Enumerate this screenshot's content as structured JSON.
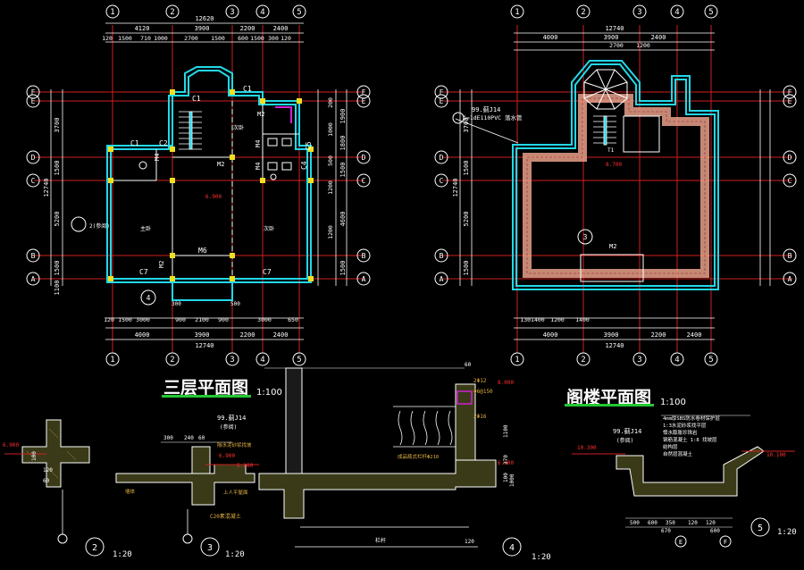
{
  "titles": {
    "third_floor": "三层平面图",
    "third_floor_scale": "1:100",
    "attic": "阁楼平面图",
    "attic_scale": "1:100"
  },
  "axes": {
    "numbers": [
      "1",
      "2",
      "3",
      "4",
      "5"
    ],
    "letters": [
      "F",
      "E",
      "D",
      "C",
      "B",
      "A"
    ]
  },
  "dims_left": {
    "top_total": "12620",
    "top_row": [
      "4120",
      "3900",
      "2200",
      "2400"
    ],
    "top_detail": [
      "120",
      "1500",
      "710",
      "1000",
      "2700",
      "1500",
      "600",
      "1500",
      "300",
      "120"
    ],
    "bottom_total": "12740",
    "bottom_row": [
      "4000",
      "3900",
      "2200",
      "2400"
    ],
    "bottom_detail": [
      "120",
      "1500",
      "3000",
      "900",
      "2100",
      "900",
      "3000",
      "650"
    ],
    "left_total": "12740",
    "left_row": [
      "3700",
      "1500",
      "5200",
      "1500",
      "1100"
    ],
    "right_row": [
      "1900",
      "1800",
      "1500",
      "4600",
      "1500"
    ],
    "right_small": [
      "200",
      "1000",
      "500",
      "1200",
      "1200"
    ]
  },
  "dims_right": {
    "top_total": "12740",
    "top_row": [
      "4000",
      "3900",
      "2400"
    ],
    "top_detail": [
      "2700",
      "1200"
    ],
    "bottom_total": "12740",
    "bottom_row": [
      "4000",
      "3900",
      "2200",
      "2400"
    ],
    "bottom_detail": [
      "1301400",
      "1200",
      "1400"
    ],
    "left_row": [
      "3700",
      "1500",
      "5200",
      "1500"
    ],
    "left_total": "12740"
  },
  "labels_left": {
    "c1a": "C1",
    "c1b": "C1",
    "c1c": "C1",
    "c2": "C2",
    "c4": "C4",
    "c5": "C5",
    "c7a": "C7",
    "c7b": "C7",
    "m2a": "M2",
    "m2b": "M2",
    "m2c": "M2",
    "m4a": "M4",
    "m4b": "M4",
    "m4c": "M4",
    "m6": "M6",
    "elev": "6.900",
    "room1": "主卧",
    "room2": "次卧",
    "room3": "次卧",
    "note": "2(参阅)",
    "cal": "4",
    "dim300": "300",
    "dim500": "500"
  },
  "labels_right": {
    "ref1": "99.蓟J14",
    "ref2": "δ=1dE110PVC 落水管",
    "elev": "8.700",
    "m2": "M2",
    "cal": "3",
    "t1": "T1"
  },
  "detail2": {
    "num": "2",
    "scale": "1:20",
    "elev": "6.900",
    "d1": "100",
    "d2": "120",
    "d3": "100",
    "d4": "60"
  },
  "detail3": {
    "num": "3",
    "scale": "1:20",
    "ref": "99.蓟J14",
    "sub": "(参阅)",
    "dims": [
      "300",
      "240",
      "60"
    ],
    "elev": "6.900",
    "elev2": "5.160",
    "note1": "隔水泥砂浆找坡",
    "note2": "上人平屋面",
    "note3": "C20素混凝土",
    "note4": "墙体"
  },
  "detail4": {
    "num": "4",
    "scale": "1:20",
    "r1": "2Φ12",
    "r2": "Φ6@150",
    "r3": "2Φ16",
    "elev": "8.000",
    "elev2": "6.900",
    "dim1": "60",
    "dim2": "1100",
    "dim3": "370",
    "dim4": "100",
    "dim5": "1000",
    "dim6": "120",
    "rail": "成品瓶式栏杆Φ210",
    "bottom": "栏杆"
  },
  "detail5": {
    "num": "5",
    "scale": "1:20",
    "ref": "99.蓟J14",
    "sub": "(参阅)",
    "layers": [
      "4mm厚SBS防水卷材保护层",
      "1:3水泥砂浆找平层",
      "憎水膨胀珍珠岩",
      "钢筋混凝土 1:8 找坡层",
      "结构层",
      "自然层混凝土"
    ],
    "elev": "10.300",
    "elev2": "10.100",
    "dims": [
      "500",
      "600",
      "350",
      "120",
      "120"
    ],
    "axis_e": "E",
    "axis_f": "F",
    "d670": "670",
    "d600": "600"
  }
}
